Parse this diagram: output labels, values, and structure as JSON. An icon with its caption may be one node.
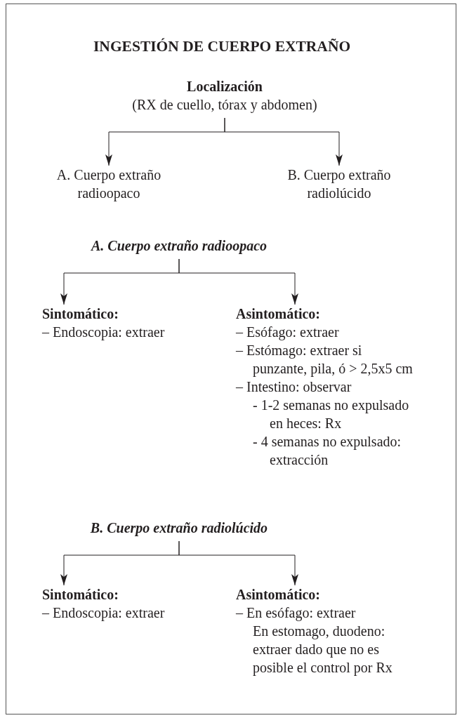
{
  "diagram": {
    "title": "INGESTIÓN DE CUERPO EXTRAÑO",
    "nodes": [
      {
        "text": [
          "Localización",
          "(RX de cuello, tórax y abdomen)"
        ]
      },
      {
        "text": [
          "A. Cuerpo extraño radioopaco"
        ]
      },
      {
        "text": [
          "B. Cuerpo extraño radiolúcido"
        ]
      },
      {
        "text": [
          "A. Cuerpo extraño radioopaco"
        ]
      },
      {
        "text": [
          "Sintomático:",
          "– Endoscopia: extraer"
        ]
      },
      {
        "text": [
          "Asintomático:",
          "– Esófago: extraer",
          "– Estómago: extraer si punzante, pila, ó > 2,5x5 cm",
          "– Intestino: observar",
          "- 1-2 semanas no expulsado en heces: Rx",
          "- 4 semanas no expulsado: extracción"
        ]
      },
      {
        "text": [
          "B. Cuerpo extraño radiolúcido"
        ]
      },
      {
        "text": [
          "Sintomático:",
          "– Endoscopia: extraer"
        ]
      },
      {
        "text": [
          "Asintomático:",
          "– En esófago: extraer",
          "En estomago, duodeno: extraer dado que no es posible el control por Rx"
        ]
      }
    ],
    "edges": [
      {
        "from": 0,
        "to": 1,
        "arrow": "to"
      },
      {
        "from": 0,
        "to": 2,
        "arrow": "to"
      },
      {
        "from": 3,
        "to": 4,
        "arrow": "to"
      },
      {
        "from": 3,
        "to": 5,
        "arrow": "to"
      },
      {
        "from": 6,
        "to": 7,
        "arrow": "to"
      },
      {
        "from": 6,
        "to": 8,
        "arrow": "to"
      }
    ]
  }
}
